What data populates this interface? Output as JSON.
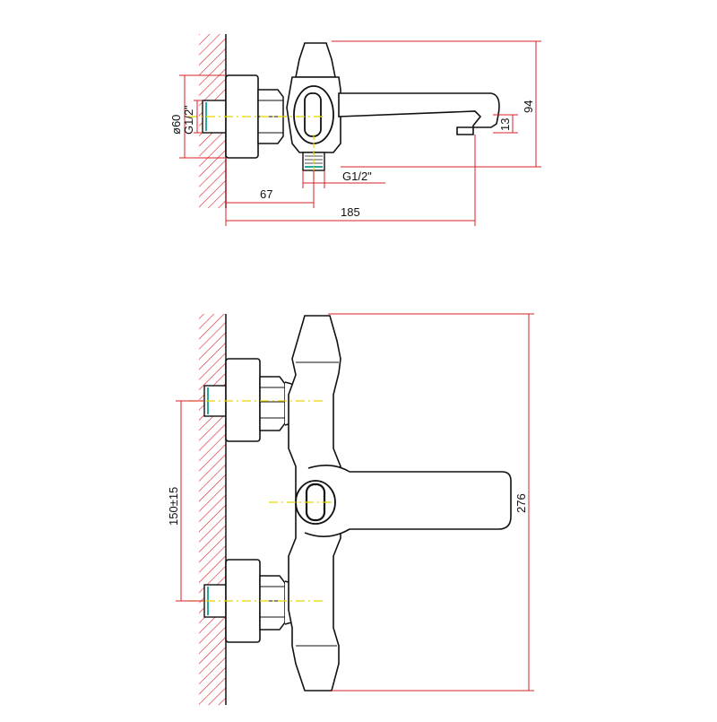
{
  "colors": {
    "outline": "#111111",
    "dimension": "#d8202a",
    "centerline": "#e8d400",
    "thread": "#2aa7a0",
    "hatch": "#d8202a"
  },
  "side_view": {
    "dim_diameter": "ø60",
    "dim_wall_thread": "G1/2\"",
    "dim_outlet_thread": "G1/2\"",
    "dim_depth_body": "67",
    "dim_depth_total": "185",
    "dim_height_total": "94",
    "dim_spout_height": "13"
  },
  "front_view": {
    "dim_spacing": "150±15",
    "dim_length": "276"
  }
}
